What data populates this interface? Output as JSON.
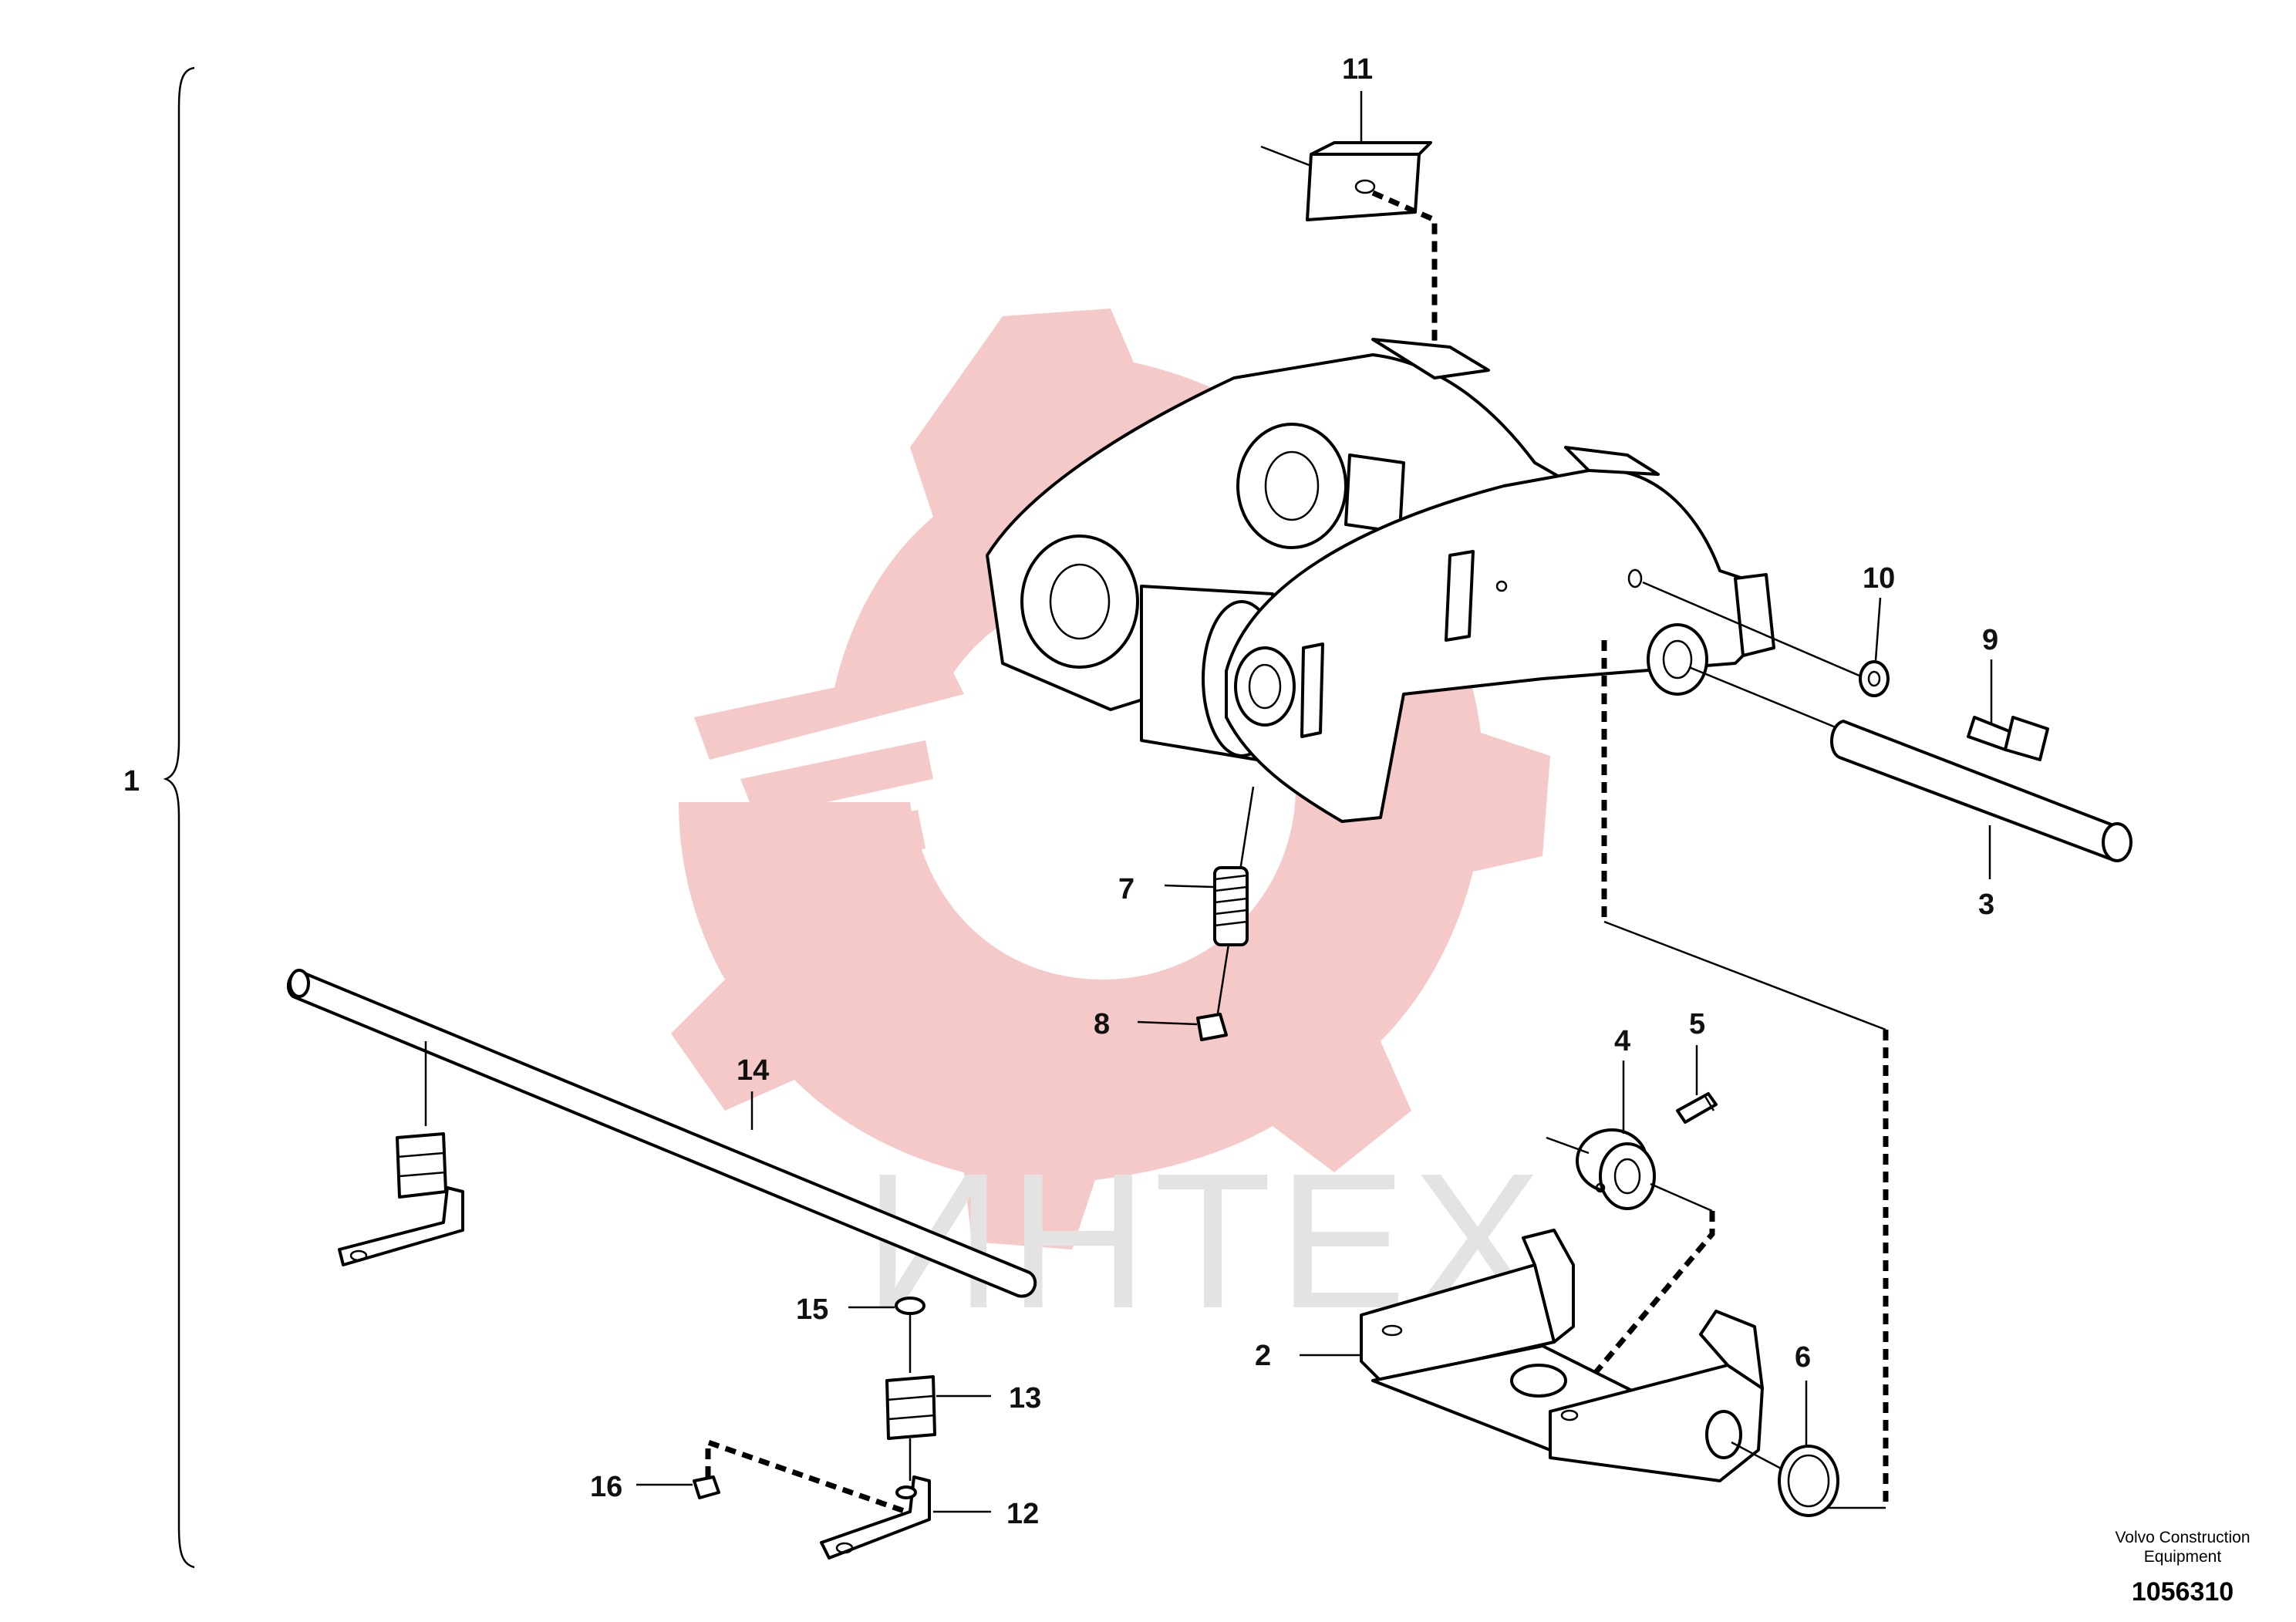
{
  "colors": {
    "watermark_gear": "#f6c9c9",
    "watermark_text": "#e3e3e3",
    "lines": "#000000"
  },
  "watermark": {
    "text": "ИНТЕХ"
  },
  "credit": {
    "line1": "Volvo Construction",
    "line2": "Equipment"
  },
  "document_number": "1056310",
  "callouts": {
    "c1": "1",
    "c2": "2",
    "c3": "3",
    "c4": "4",
    "c5": "5",
    "c6": "6",
    "c7": "7",
    "c8": "8",
    "c9": "9",
    "c10": "10",
    "c11": "11",
    "c12": "12",
    "c13": "13",
    "c14": "14",
    "c15": "15",
    "c16": "16"
  }
}
